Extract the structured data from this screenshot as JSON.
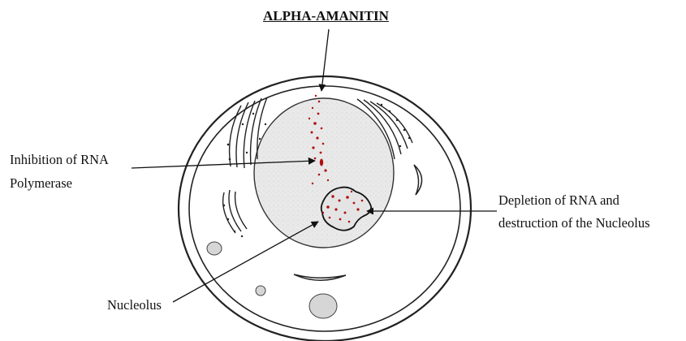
{
  "title": "ALPHA-AMANITIN",
  "labels": {
    "inhibition_line1": "Inhibition of RNA",
    "inhibition_line2": "Polymerase",
    "depletion_line1": "Depletion of RNA and",
    "depletion_line2": "destruction of the Nucleolus",
    "nucleolus": "Nucleolus"
  },
  "colors": {
    "ink": "#111111",
    "nucleus_fill": "#e8e8e8",
    "vesicle_fill": "#d6d6d6",
    "toxin_red": "#b01010"
  }
}
